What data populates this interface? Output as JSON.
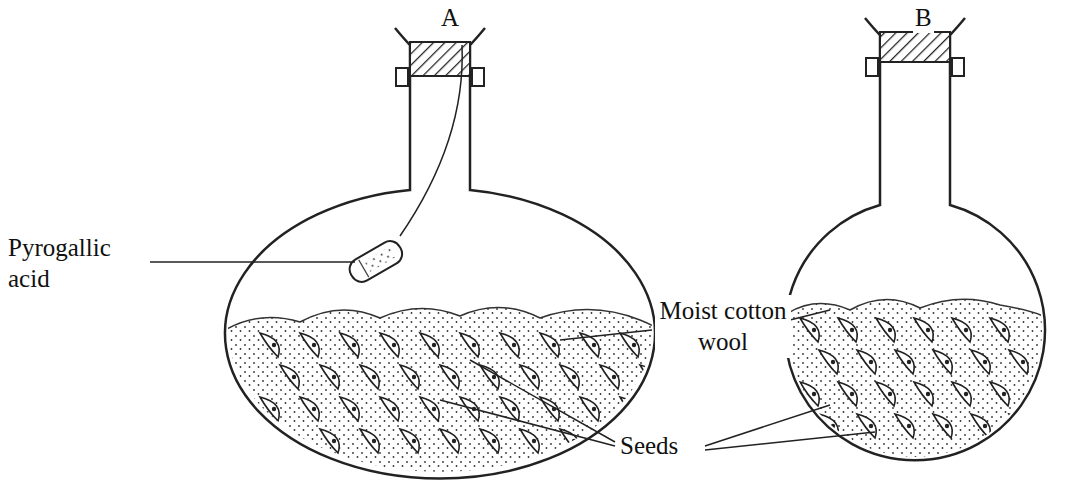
{
  "diagram": {
    "labels": [
      "A",
      "B",
      "Pyrogallic acid",
      "Moist cotton wool",
      "Seeds"
    ]
  }
}
